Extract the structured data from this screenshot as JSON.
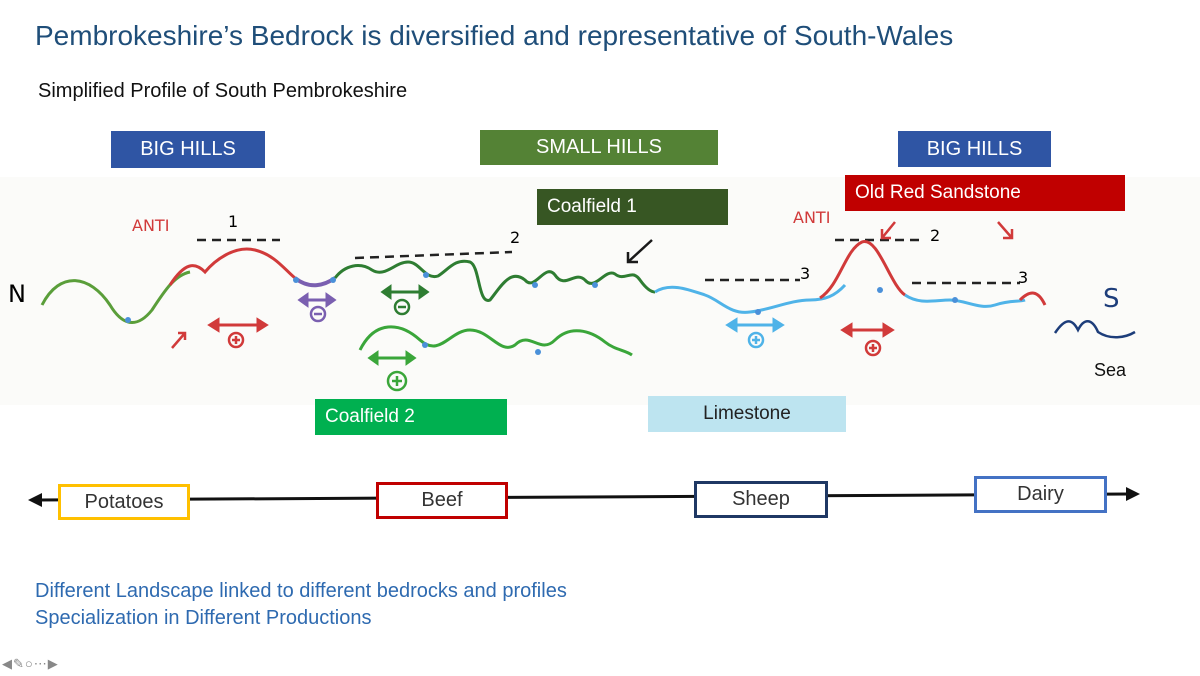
{
  "title": "Pembrokeshire’s Bedrock is diversified and representative of South-Wales",
  "subtitle": "Simplified Profile of South Pembrokeshire",
  "zones": {
    "big_hills_left": "BIG HILLS",
    "small_hills": "SMALL HILLS",
    "big_hills_right": "BIG HILLS"
  },
  "rocks": {
    "coalfield1": "Coalfield 1",
    "coalfield2": "Coalfield 2",
    "limestone": "Limestone",
    "old_red_sandstone": "Old Red Sandstone"
  },
  "sketch": {
    "north": "N",
    "south": "S",
    "anti_left": "ANTI",
    "anti_right": "ANTI",
    "level1": "1",
    "level2": "2",
    "level3": "3",
    "level2_right": "2",
    "level3_right": "3",
    "sea": "Sea"
  },
  "productions": [
    "Potatoes",
    "Beef",
    "Sheep",
    "Dairy"
  ],
  "footer": {
    "line1": "Different Landscape linked to different bedrocks and profiles",
    "line2": "Specialization in Different Productions"
  },
  "nav_icons": [
    "arrow-left-icon",
    "pen-icon",
    "pointer-icon",
    "menu-icon",
    "arrow-right-icon"
  ],
  "colors": {
    "title": "#1f4e79",
    "big_hills": "#2f55a4",
    "small_hills": "#548235",
    "coalfield1": "#375623",
    "coalfield2": "#00b050",
    "limestone": "#bde4f0",
    "old_red_sandstone": "#c00000",
    "potatoes": "#ffc000",
    "beef": "#c00000",
    "sheep": "#1f3864",
    "dairy": "#4472c4"
  }
}
